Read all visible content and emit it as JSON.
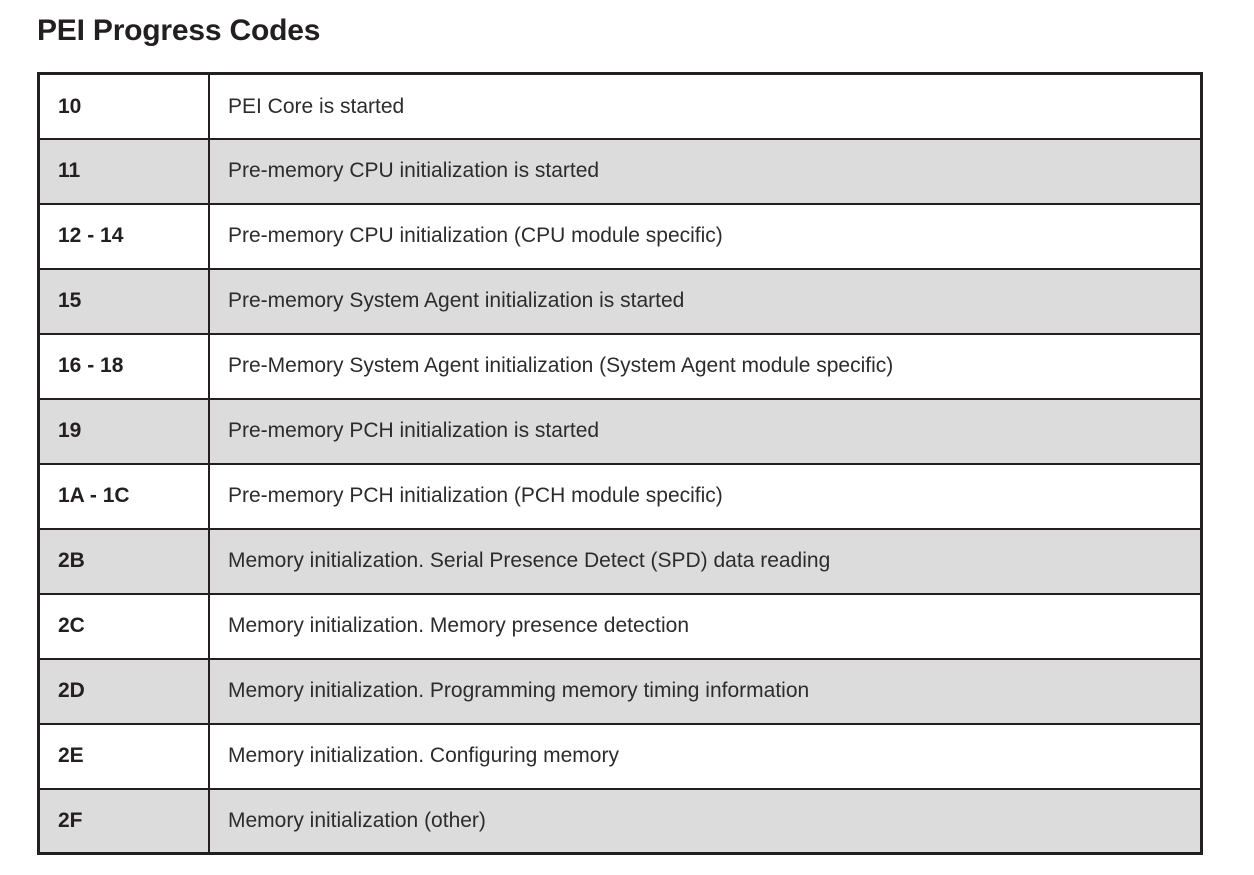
{
  "document": {
    "title": "PEI Progress Codes",
    "colors": {
      "text": "#231f20",
      "shaded_row_background": "#dcdcdc",
      "plain_row_background": "#ffffff",
      "border": "#231f20"
    }
  },
  "table": {
    "columns": [
      "code",
      "description"
    ],
    "rows": [
      {
        "code": "10",
        "description": "PEI Core is started",
        "shaded": false
      },
      {
        "code": "11",
        "description": "Pre-memory CPU initialization is started",
        "shaded": true
      },
      {
        "code": "12 - 14",
        "description": "Pre-memory CPU initialization (CPU module specific)",
        "shaded": false
      },
      {
        "code": "15",
        "description": "Pre-memory System Agent initialization is started",
        "shaded": true
      },
      {
        "code": "16 - 18",
        "description": "Pre-Memory System Agent initialization (System Agent module specific)",
        "shaded": false
      },
      {
        "code": "19",
        "description": "Pre-memory PCH initialization is started",
        "shaded": true
      },
      {
        "code": "1A - 1C",
        "description": "Pre-memory PCH initialization (PCH module specific)",
        "shaded": false
      },
      {
        "code": "2B",
        "description": "Memory initialization. Serial Presence Detect (SPD) data reading",
        "shaded": true
      },
      {
        "code": "2C",
        "description": "Memory initialization. Memory presence detection",
        "shaded": false
      },
      {
        "code": "2D",
        "description": "Memory initialization. Programming memory timing information",
        "shaded": true
      },
      {
        "code": "2E",
        "description": "Memory initialization. Configuring memory",
        "shaded": false
      },
      {
        "code": "2F",
        "description": "Memory initialization (other)",
        "shaded": true
      }
    ]
  }
}
